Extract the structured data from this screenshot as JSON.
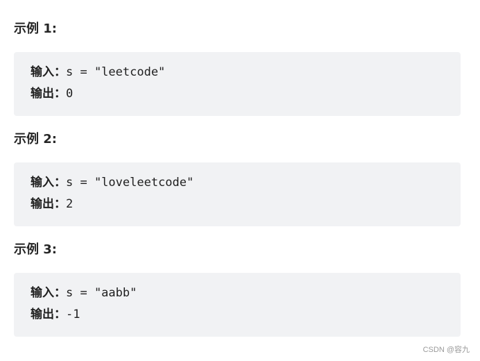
{
  "examples": [
    {
      "heading": "示例 1:",
      "input_label": "输入：",
      "input_value": "s = \"leetcode\"",
      "output_label": "输出：",
      "output_value": "0"
    },
    {
      "heading": "示例 2:",
      "input_label": "输入：",
      "input_value": "s = \"loveleetcode\"",
      "output_label": "输出：",
      "output_value": "2"
    },
    {
      "heading": "示例 3:",
      "input_label": "输入：",
      "input_value": "s = \"aabb\"",
      "output_label": "输出：",
      "output_value": "-1"
    }
  ],
  "watermark": "CSDN @容九"
}
